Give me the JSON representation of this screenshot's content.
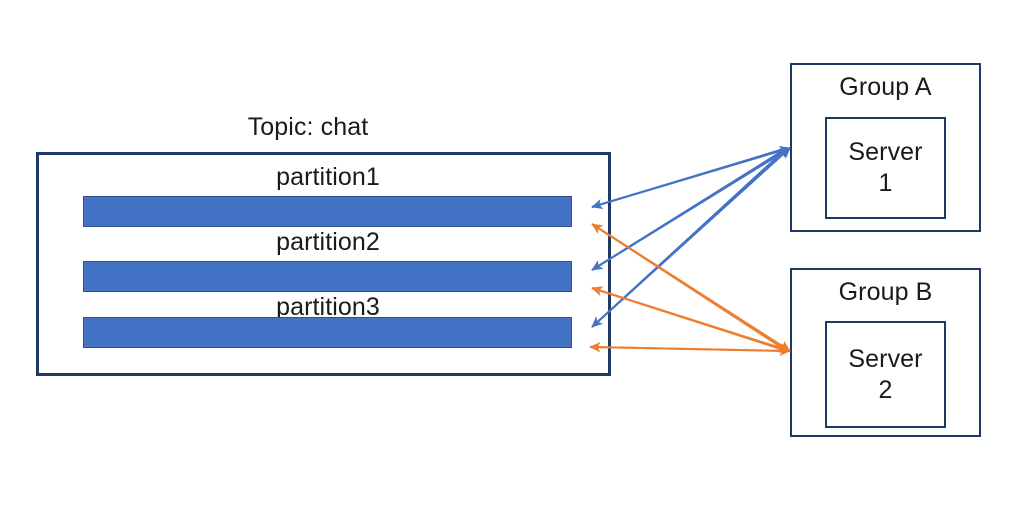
{
  "diagram": {
    "title": "Kafka topic partitions consumed by two consumer groups",
    "colors": {
      "partition_fill": "#4472C4",
      "partition_border": "#2F528F",
      "box_border": "#1F3864",
      "group_a_arrow": "#4472C4",
      "group_b_arrow": "#ED7D31",
      "text": "#1a1a1a",
      "background": "#FFFFFF"
    }
  },
  "topic": {
    "title": "Topic: chat",
    "partitions": [
      {
        "label": "partition1"
      },
      {
        "label": "partition2"
      },
      {
        "label": "partition3"
      }
    ]
  },
  "groups": [
    {
      "id": "group-a",
      "title": "Group A",
      "server": {
        "name": "Server",
        "number": "1"
      },
      "arrow_color": "#4472C4"
    },
    {
      "id": "group-b",
      "title": "Group B",
      "server": {
        "name": "Server",
        "number": "2"
      },
      "arrow_color": "#ED7D31"
    }
  ],
  "connections": [
    {
      "from": "group-a",
      "to": "partition1",
      "color": "#4472C4"
    },
    {
      "from": "group-a",
      "to": "partition2",
      "color": "#4472C4"
    },
    {
      "from": "group-a",
      "to": "partition3",
      "color": "#4472C4"
    },
    {
      "from": "group-b",
      "to": "partition1",
      "color": "#ED7D31"
    },
    {
      "from": "group-b",
      "to": "partition2",
      "color": "#ED7D31"
    },
    {
      "from": "group-b",
      "to": "partition3",
      "color": "#ED7D31"
    }
  ]
}
